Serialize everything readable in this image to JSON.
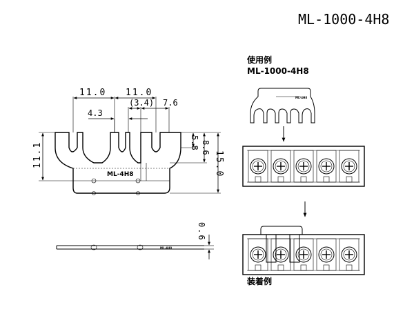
{
  "title": "ML-1000-4H8",
  "example_use": {
    "heading": "使用例",
    "model": "ML-1000-4H8"
  },
  "installed_label": "装着例",
  "part_marking": "ML-4H8",
  "dimensions": {
    "pitch_left": "11.0",
    "pitch_right": "11.0",
    "gap": "(3.4)",
    "offset": "7.6",
    "slot_width": "4.3",
    "slot_depth": "5.8",
    "inner_height": "8.6",
    "total_height": "15.0",
    "side_height": "11.1",
    "thickness": "0.6"
  },
  "mini_marking": "ML-4H8"
}
